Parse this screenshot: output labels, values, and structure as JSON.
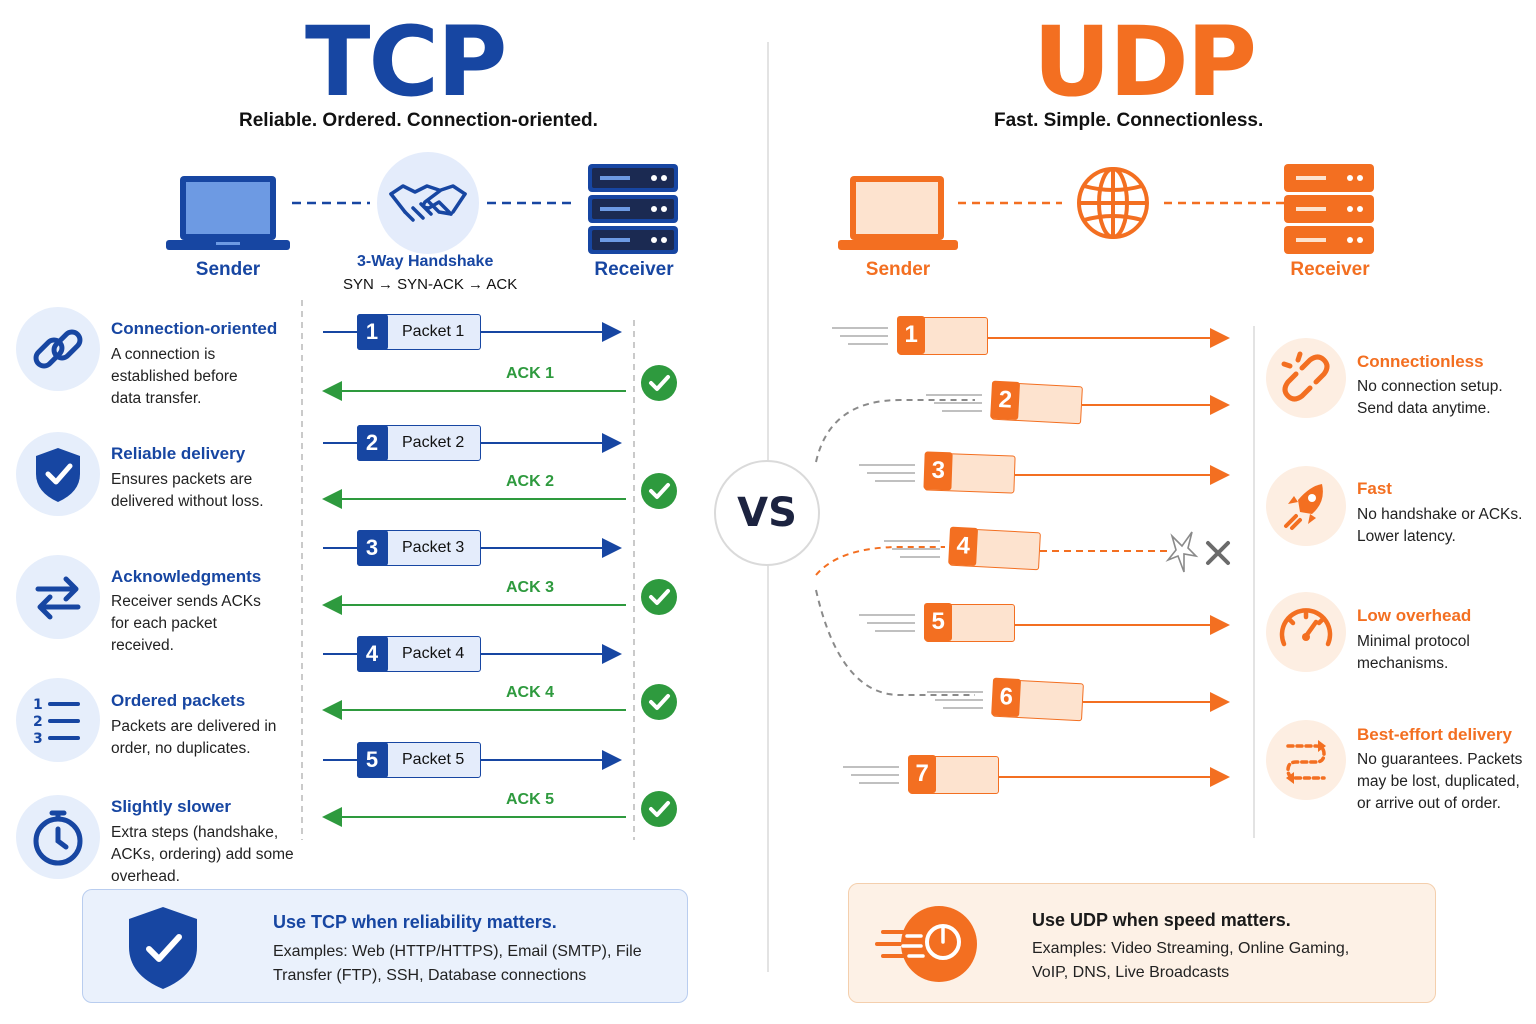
{
  "tcp": {
    "title": "TCP",
    "tagline": "Reliable. Ordered. Connection-oriented.",
    "sender": "Sender",
    "receiver": "Receiver",
    "handshake_title": "3-Way Handshake",
    "handshake_steps": "SYN → SYN-ACK → ACK",
    "features": [
      {
        "title": "Connection-oriented",
        "desc": "A connection is established before data transfer.",
        "icon": "link-icon"
      },
      {
        "title": "Reliable delivery",
        "desc": "Ensures packets are delivered without loss.",
        "icon": "shield-check-icon"
      },
      {
        "title": "Acknowledgments",
        "desc": "Receiver sends ACKs for each packet received.",
        "icon": "swap-arrows-icon"
      },
      {
        "title": "Ordered packets",
        "desc": "Packets are delivered in order, no duplicates.",
        "icon": "numbered-list-icon"
      },
      {
        "title": "Slightly slower",
        "desc": "Extra steps (handshake, ACKs, ordering) add some overhead.",
        "icon": "stopwatch-icon"
      }
    ],
    "packets": [
      {
        "num": "1",
        "label": "Packet 1",
        "ack": "ACK 1"
      },
      {
        "num": "2",
        "label": "Packet 2",
        "ack": "ACK 2"
      },
      {
        "num": "3",
        "label": "Packet 3",
        "ack": "ACK 3"
      },
      {
        "num": "4",
        "label": "Packet 4",
        "ack": "ACK 4"
      },
      {
        "num": "5",
        "label": "Packet 5",
        "ack": "ACK 5"
      }
    ],
    "box": {
      "title": "Use TCP when reliability matters.",
      "desc": "Examples: Web (HTTP/HTTPS), Email (SMTP), File Transfer (FTP), SSH, Database connections"
    }
  },
  "vs": "VS",
  "udp": {
    "title": "UDP",
    "tagline": "Fast. Simple. Connectionless.",
    "sender": "Sender",
    "receiver": "Receiver",
    "packets": [
      "1",
      "2",
      "3",
      "4",
      "5",
      "6",
      "7"
    ],
    "lost_packet": "4",
    "features": [
      {
        "title": "Connectionless",
        "desc": "No connection setup. Send data anytime.",
        "icon": "broken-link-icon"
      },
      {
        "title": "Fast",
        "desc": "No handshake or ACKs. Lower latency.",
        "icon": "rocket-icon"
      },
      {
        "title": "Low overhead",
        "desc": "Minimal protocol mechanisms.",
        "icon": "speedometer-icon"
      },
      {
        "title": "Best-effort delivery",
        "desc": "No guarantees. Packets may be lost, duplicated, or arrive out of order.",
        "icon": "winding-path-icon"
      }
    ],
    "box": {
      "title": "Use UDP when speed matters.",
      "desc": "Examples: Video Streaming, Online Gaming, VoIP, DNS, Live Broadcasts"
    }
  },
  "colors": {
    "tcp": "#1746a2",
    "udp": "#f36f21",
    "ack": "#2e9a3e"
  }
}
